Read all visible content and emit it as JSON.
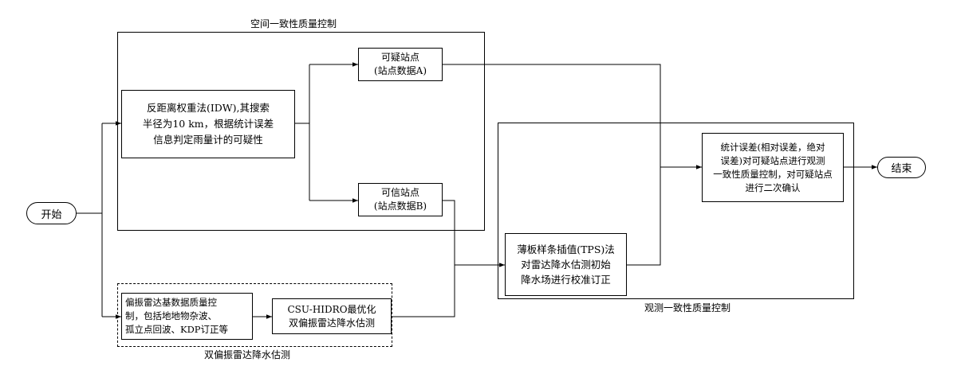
{
  "groups": {
    "spatial": "空间一致性质量控制",
    "observation": "观测一致性质量控制",
    "dual_pol": "双偏振雷达降水估测"
  },
  "nodes": {
    "start": "开始",
    "end": "结束",
    "idw": "反距离权重法(IDW),其搜索\n半径为10 km，根据统计误差\n信息判定雨量计的可疑性",
    "suspicious": "可疑站点\n(站点数据A)",
    "credible": "可信站点\n(站点数据B)",
    "radar_qc": "偏振雷达基数据质量控\n制，包括地地物杂波、\n孤立点回波、KDP订正等",
    "csu": "CSU-HIDRO最优化\n双偏振雷达降水估测",
    "tps": "薄板样条插值(TPS)法\n对雷达降水估测初始\n降水场进行校准订正",
    "stats": "统计误差(相对误差，绝对\n误差)对可疑站点进行观测\n一致性质量控制，对可疑站点\n进行二次确认"
  }
}
